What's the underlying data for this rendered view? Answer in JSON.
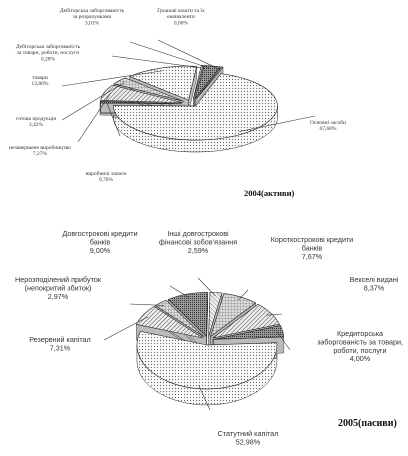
{
  "chart_data": [
    {
      "type": "pie",
      "title": "2004(активи)",
      "slices": [
        {
          "label": "Основні засоби",
          "value_text": "67,68%",
          "value": 67.68
        },
        {
          "label": "виробничі запаси",
          "value_text": "0,76%",
          "value": 0.76
        },
        {
          "label": "незавершене виробництво",
          "value_text": "7,27%",
          "value": 7.27
        },
        {
          "label": "готова продукція",
          "value_text": "3,42%",
          "value": 3.42
        },
        {
          "label": "товари",
          "value_text": "13,80%",
          "value": 13.8
        },
        {
          "label": "Дебіторська заборгованість за товари, роботи, послуги",
          "value_text": "0,28%",
          "value": 0.28
        },
        {
          "label": "Дебіторська заборгованість за розрахунками",
          "value_text": "3,01%",
          "value": 3.01
        },
        {
          "label": "Грошові кошти та їх еквіваленти",
          "value_text": "0,00%",
          "value": 0.0
        }
      ]
    },
    {
      "type": "pie",
      "title": "2005(пасиви)",
      "slices": [
        {
          "label": "Статутний капітал",
          "value_text": "52,98%",
          "value": 52.98
        },
        {
          "label": "Резервний капітал",
          "value_text": "7,31%",
          "value": 7.31
        },
        {
          "label": "Нерозподілений прибуток (непокритий збиток)",
          "value_text": "2,97%",
          "value": 2.97
        },
        {
          "label": "Довгострокові кредити банків",
          "value_text": "9,00%",
          "value": 9.0
        },
        {
          "label": "Інші довгострокові фінансові зобов'язання",
          "value_text": "2,59%",
          "value": 2.59
        },
        {
          "label": "Короткострокові кредити банків",
          "value_text": "7,67%",
          "value": 7.67
        },
        {
          "label": "Векселі видані",
          "value_text": "8,37%",
          "value": 8.37
        },
        {
          "label": "Кредиторська заборгованість за товари, роботи, послуги",
          "value_text": "4,00%",
          "value": 4.0
        }
      ]
    }
  ]
}
